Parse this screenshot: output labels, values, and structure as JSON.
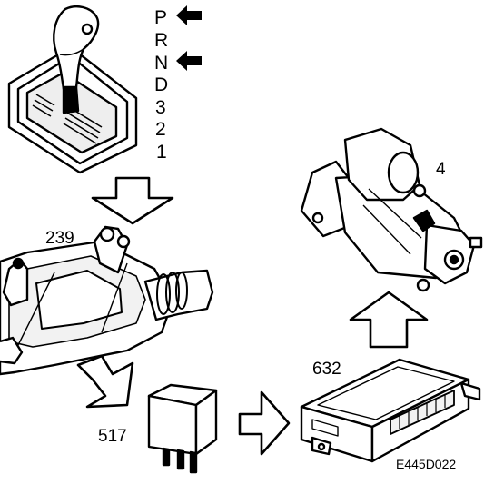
{
  "gear_positions": [
    "P",
    "R",
    "N",
    "D",
    "3",
    "2",
    "1"
  ],
  "labels": {
    "gear_switch": "239",
    "starter_motor": "4",
    "relay": "517",
    "control_unit": "632"
  },
  "figure_code": "E445D022"
}
